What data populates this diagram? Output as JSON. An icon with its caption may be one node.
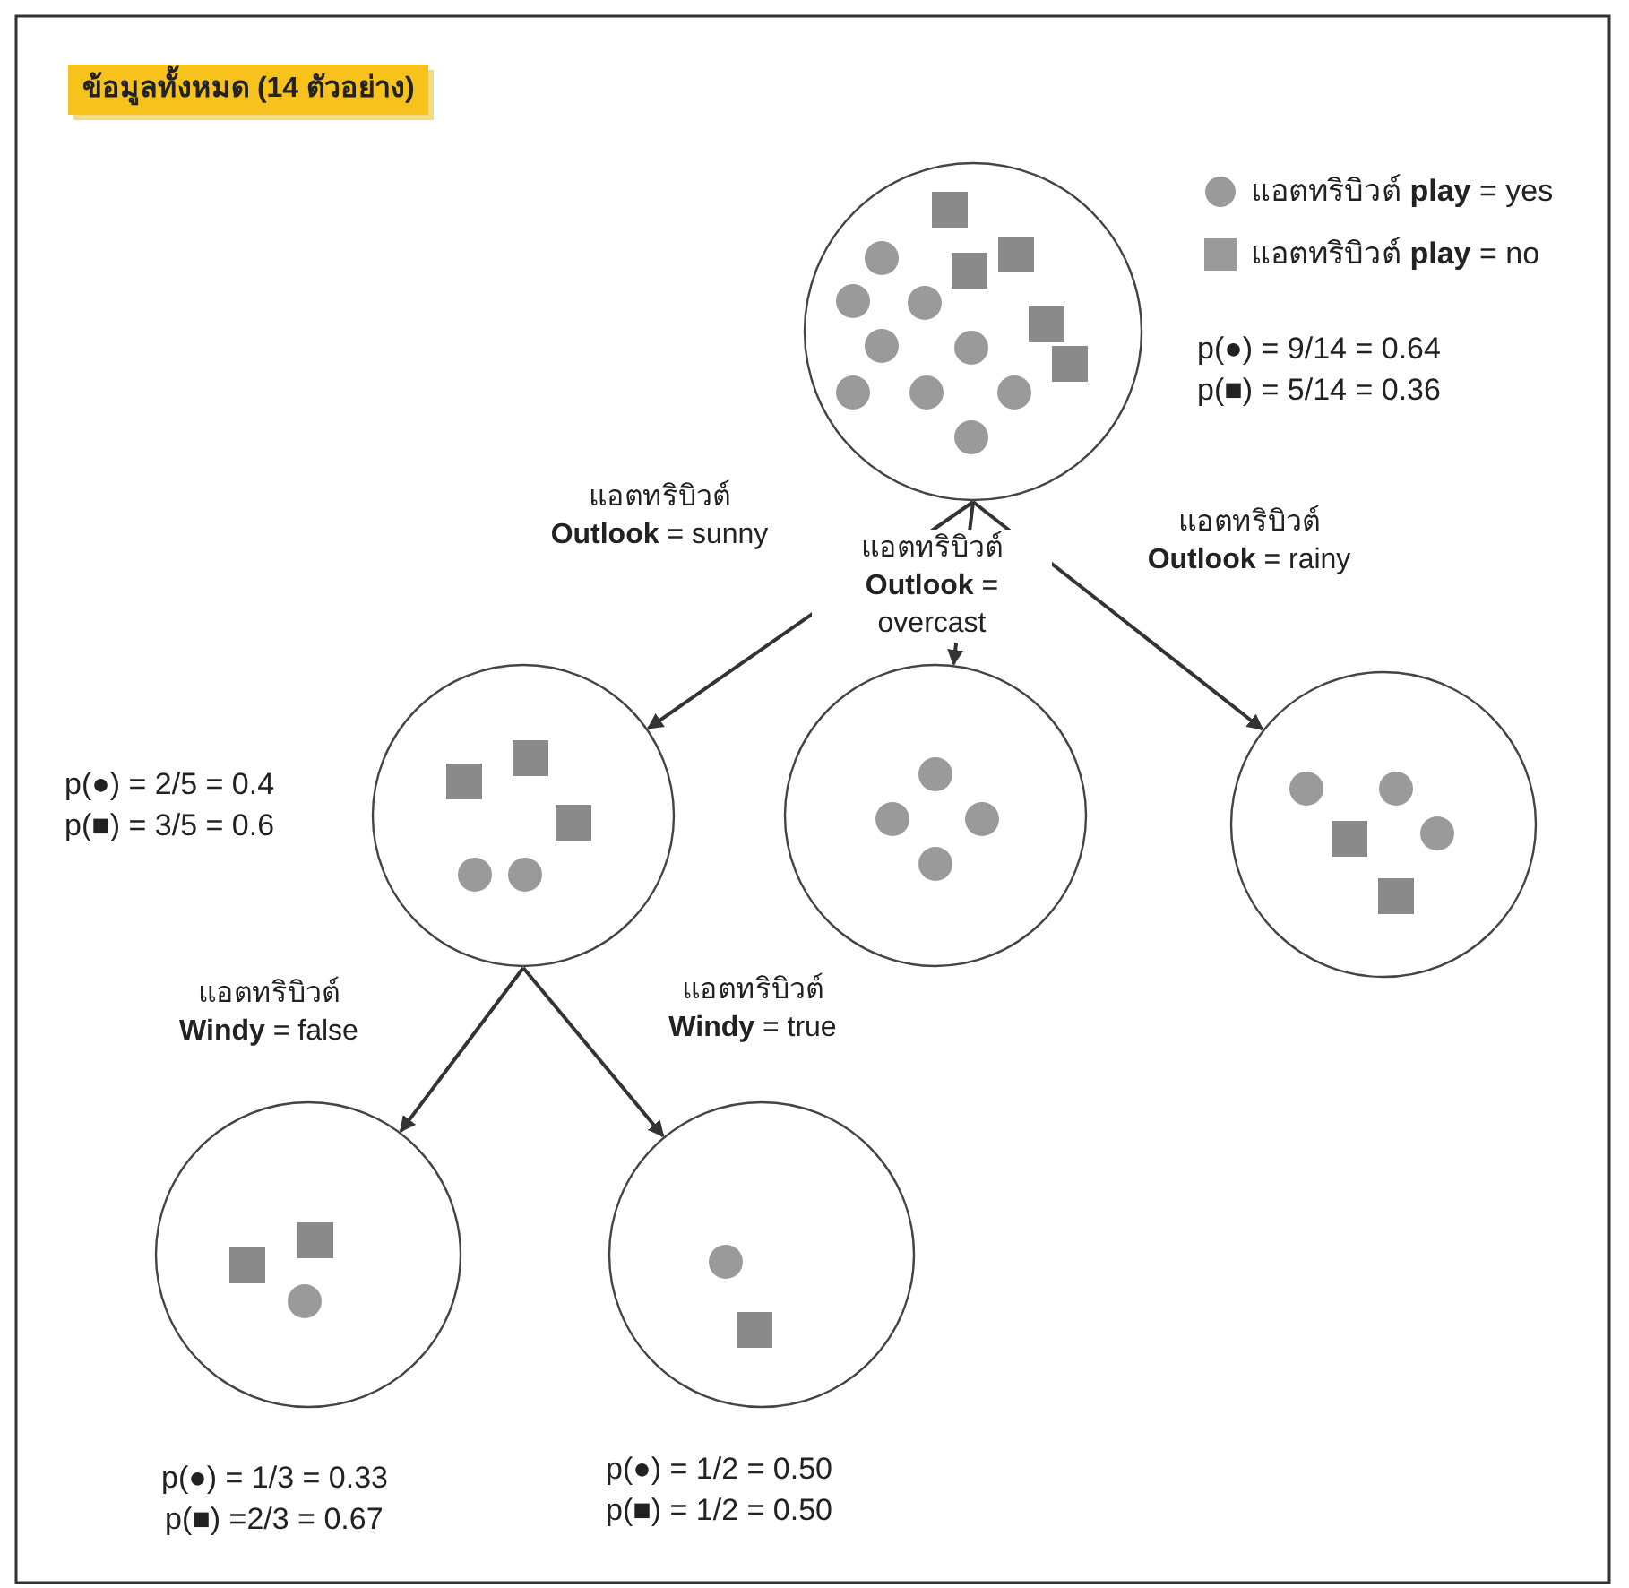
{
  "diagram": {
    "title": "ข้อมูลทั้งหมด (14 ตัวอย่าง)",
    "nodes": [
      {
        "text": [],
        "shape": "circle",
        "beside": [
          "p(●) = 9/14 = 0.64",
          "p(■) = 5/14 = 0.36"
        ]
      },
      {
        "text": [],
        "shape": "circle",
        "beside": [
          "p(●) = 2/5 = 0.4",
          "p(■) = 3/5 = 0.6"
        ]
      },
      {
        "text": [],
        "shape": "circle"
      },
      {
        "text": [],
        "shape": "circle"
      },
      {
        "text": [],
        "shape": "circle",
        "beside": [
          "p(●) = 1/3 = 0.33",
          "p(■) =2/3 = 0.67"
        ]
      },
      {
        "text": [],
        "shape": "circle",
        "beside": [
          "p(●) = 1/2 = 0.50",
          "p(■) = 1/2 = 0.50"
        ]
      }
    ],
    "edges": [
      {
        "from": 0,
        "to": 1,
        "arrow": "to",
        "label": "แอตทริบิวต์ **Outlook** = sunny"
      },
      {
        "from": 0,
        "to": 2,
        "arrow": "to",
        "label": "แอตทริบิวต์ **Outlook** = overcast"
      },
      {
        "from": 0,
        "to": 3,
        "arrow": "to",
        "label": "แอตทริบิวต์ **Outlook** = rainy"
      },
      {
        "from": 1,
        "to": 4,
        "arrow": "to",
        "label": "แอตทริบิวต์ **Windy** = false"
      },
      {
        "from": 1,
        "to": 5,
        "arrow": "to",
        "label": "แอตทริบิวต์ **Windy** = true"
      }
    ],
    "legend": [
      {
        "text": "แอตทริบิวต์ **play** = yes"
      },
      {
        "text": "แอตทริบิวต์ **play** = no"
      }
    ]
  }
}
